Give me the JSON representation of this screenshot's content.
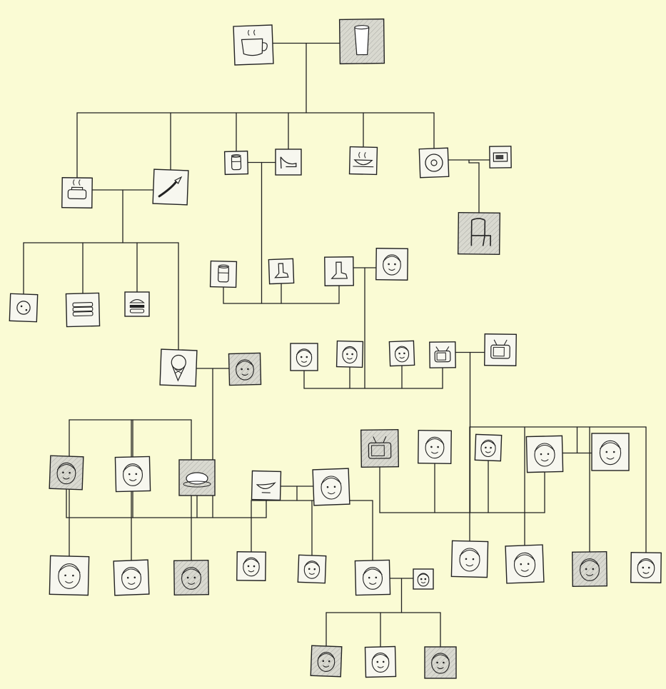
{
  "diagram": {
    "type": "family-tree",
    "style": {
      "background": "#fafbd4",
      "ink": "#222222",
      "tile_fill": "#f7f7ef",
      "hatch_fill": "#d9d9d0"
    },
    "nodes": [
      {
        "id": "coffee-cup",
        "icon": "coffee-cup",
        "hatched": false
      },
      {
        "id": "drinking-glass",
        "icon": "glass",
        "hatched": true
      },
      {
        "id": "toaster",
        "icon": "toaster",
        "hatched": false
      },
      {
        "id": "spatula",
        "icon": "spatula",
        "hatched": false
      },
      {
        "id": "tin-can",
        "icon": "can",
        "hatched": false
      },
      {
        "id": "high-heel-shoe",
        "icon": "shoe",
        "hatched": false
      },
      {
        "id": "steaming-bowl",
        "icon": "bowl",
        "hatched": false
      },
      {
        "id": "record-disc",
        "icon": "disc",
        "hatched": false
      },
      {
        "id": "radio",
        "icon": "radio",
        "hatched": false
      },
      {
        "id": "chair",
        "icon": "chair",
        "hatched": true
      },
      {
        "id": "cookie",
        "icon": "cookie",
        "hatched": false
      },
      {
        "id": "sandwich",
        "icon": "sandwich",
        "hatched": false
      },
      {
        "id": "burger",
        "icon": "burger",
        "hatched": false
      },
      {
        "id": "small-can",
        "icon": "can",
        "hatched": false
      },
      {
        "id": "ankle-boot",
        "icon": "boot",
        "hatched": false
      },
      {
        "id": "tall-boot",
        "icon": "boot",
        "hatched": false
      },
      {
        "id": "singing-face",
        "icon": "face",
        "hatched": false
      },
      {
        "id": "ice-cream-cone",
        "icon": "ice-cream",
        "hatched": false
      },
      {
        "id": "grinning-face",
        "icon": "face",
        "hatched": true
      },
      {
        "id": "face-a",
        "icon": "face",
        "hatched": false
      },
      {
        "id": "glasses-face",
        "icon": "face",
        "hatched": false
      },
      {
        "id": "sketch-face",
        "icon": "face",
        "hatched": false
      },
      {
        "id": "television",
        "icon": "tv",
        "hatched": false
      },
      {
        "id": "tv-set",
        "icon": "tv",
        "hatched": false
      },
      {
        "id": "laughing-face",
        "icon": "face",
        "hatched": true
      },
      {
        "id": "smiling-face",
        "icon": "face",
        "hatched": false
      },
      {
        "id": "roast-chicken",
        "icon": "chicken",
        "hatched": true
      },
      {
        "id": "gravy-boat",
        "icon": "gravy",
        "hatched": false
      },
      {
        "id": "winking-face",
        "icon": "face",
        "hatched": false
      },
      {
        "id": "cartoon-tv",
        "icon": "tv",
        "hatched": true
      },
      {
        "id": "girl-face",
        "icon": "face",
        "hatched": false
      },
      {
        "id": "bow-face",
        "icon": "face",
        "hatched": false
      },
      {
        "id": "bangs-face",
        "icon": "face",
        "hatched": false
      },
      {
        "id": "mustache-face",
        "icon": "face",
        "hatched": false
      },
      {
        "id": "curly-face",
        "icon": "face",
        "hatched": false
      },
      {
        "id": "boy-face",
        "icon": "face",
        "hatched": false
      },
      {
        "id": "shades-face",
        "icon": "face",
        "hatched": true
      },
      {
        "id": "tie-man",
        "icon": "face",
        "hatched": false
      },
      {
        "id": "suit-man",
        "icon": "face",
        "hatched": false
      },
      {
        "id": "wavy-face",
        "icon": "face",
        "hatched": false
      },
      {
        "id": "small-face",
        "icon": "face",
        "hatched": false
      },
      {
        "id": "spiky-face",
        "icon": "face",
        "hatched": false
      },
      {
        "id": "pigtail-girl",
        "icon": "face",
        "hatched": false
      },
      {
        "id": "headband-girl",
        "icon": "face",
        "hatched": true
      },
      {
        "id": "dotted-face",
        "icon": "face",
        "hatched": false
      },
      {
        "id": "longhair-face",
        "icon": "face",
        "hatched": true
      },
      {
        "id": "specs-kid",
        "icon": "face",
        "hatched": false
      },
      {
        "id": "shadow-boy",
        "icon": "face",
        "hatched": true
      }
    ],
    "caption": "",
    "couples": [
      {
        "partners": [
          "coffee-cup",
          "drinking-glass"
        ],
        "children": [
          "toaster",
          "spatula",
          "tin-can",
          "high-heel-shoe",
          "steaming-bowl",
          "record-disc"
        ]
      },
      {
        "partners": [
          "record-disc",
          "radio"
        ],
        "children": [
          "chair"
        ]
      },
      {
        "partners": [
          "toaster",
          "spatula"
        ],
        "children": [
          "cookie",
          "sandwich",
          "burger",
          "ice-cream-cone"
        ]
      },
      {
        "partners": [
          "tin-can",
          "high-heel-shoe"
        ],
        "children": [
          "small-can",
          "ankle-boot",
          "tall-boot"
        ]
      },
      {
        "partners": [
          "tall-boot",
          "singing-face"
        ],
        "children": [
          "face-a",
          "glasses-face",
          "sketch-face",
          "television"
        ]
      },
      {
        "partners": [
          "television",
          "tv-set"
        ],
        "children": [
          "cartoon-tv",
          "girl-face",
          "bow-face",
          "bangs-face"
        ]
      },
      {
        "partners": [
          "bangs-face",
          "mustache-face"
        ],
        "children": [
          "spiky-face",
          "pigtail-girl",
          "headband-girl",
          "dotted-face"
        ]
      },
      {
        "partners": [
          "ice-cream-cone",
          "grinning-face"
        ],
        "children": [
          "laughing-face",
          "smiling-face",
          "roast-chicken",
          "gravy-boat"
        ]
      },
      {
        "partners": [
          "smiling-face"
        ],
        "children": [
          "curly-face",
          "boy-face",
          "shades-face"
        ]
      },
      {
        "partners": [
          "gravy-boat",
          "winking-face"
        ],
        "children": [
          "tie-man",
          "suit-man",
          "wavy-face"
        ]
      },
      {
        "partners": [
          "wavy-face",
          "small-face"
        ],
        "children": [
          "longhair-face",
          "specs-kid",
          "shadow-boy"
        ]
      }
    ]
  }
}
